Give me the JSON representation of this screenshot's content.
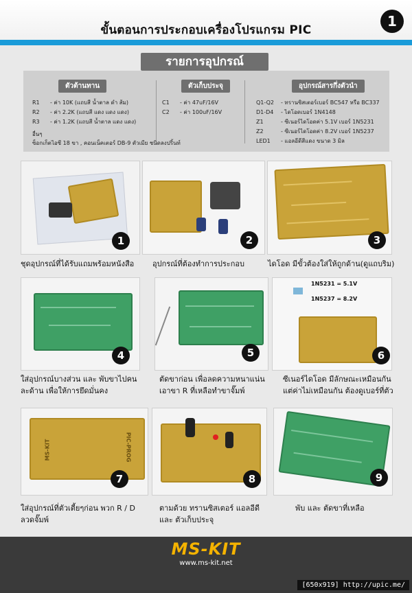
{
  "header": {
    "title": "ขั้นตอนการประกอบเครื่องโปรแกรม PIC",
    "page_number": "1"
  },
  "parts_list": {
    "title": "รายการอุปกรณ์",
    "resistors": {
      "heading": "ตัวต้านทาน",
      "items": [
        {
          "code": "R1",
          "desc": "- ค่า 10K (แถบสี น้ำตาล ดำ ส้ม)"
        },
        {
          "code": "R2",
          "desc": "- ค่า 2.2K (แถบสี แดง แดง แดง)"
        },
        {
          "code": "R3",
          "desc": "- ค่า 1.2K (แถบสี น้ำตาล แดง แดง)"
        }
      ]
    },
    "capacitors": {
      "heading": "ตัวเก็บประจุ",
      "items": [
        {
          "code": "C1",
          "desc": "- ค่า 47uF/16V"
        },
        {
          "code": "C2",
          "desc": "- ค่า 100uF/16V"
        }
      ]
    },
    "semiconductors": {
      "heading": "อุปกรณ์สารกึ่งตัวนำ",
      "items": [
        {
          "code": "Q1-Q2",
          "desc": "- ทรานซิสเตอร์เบอร์ BC547 หรือ BC337"
        },
        {
          "code": "D1-D4",
          "desc": "- ไดโอดเบอร์ 1N4148"
        },
        {
          "code": "Z1",
          "desc": "- ซีเนอร์ไดโอดค่า 5.1V เบอร์ 1N5231"
        },
        {
          "code": "Z2",
          "desc": "- ซีเนอร์ไดโอดค่า 8.2V เบอร์ 1N5237"
        },
        {
          "code": "LED1",
          "desc": "- แอลอีดีสีแดง ขนาด 3 มิล"
        }
      ]
    },
    "others_label": "อื่นๆ",
    "others_text": "ซ็อกเก็ตไอซี 18 ขา , คอนเน็คเตอร์   DB-9 ตัวเมีย ชนิดลงปริ้นท์"
  },
  "steps": [
    {
      "number": "1",
      "caption": [
        "ชุดอุปกรณ์ที่ได้รับแถมพร้อมหนังสือ"
      ]
    },
    {
      "number": "2",
      "caption": [
        "อุปกรณ์ที่ต้องทำการประกอบ"
      ]
    },
    {
      "number": "3",
      "caption": [
        "ไดโอด มีขั้วต้องใส่ให้ถูกด้าน(ดูแถบริม)"
      ]
    },
    {
      "number": "4",
      "caption": [
        "ใส่อุปกรณ์บางส่วน และ พับขาไปคน",
        "ละด้าน เพื่อให้การยึดมั่นคง"
      ]
    },
    {
      "number": "5",
      "caption": [
        "ตัดขาก่อน เพื่อลดความหนาแน่น",
        "เอาขา R ที่เหลือทำขาจั๊มพ์"
      ]
    },
    {
      "number": "6",
      "caption": [
        "ซีเนอร์ไดโอด มีลักษณะเหมือนกัน",
        "แต่ค่าไม่เหมือนกัน ต้องดูเบอร์ที่ตัว"
      ]
    },
    {
      "number": "7",
      "caption": [
        "ใส่อุปกรณ์ที่ตัวเตี้ยๆก่อน พวก R / D",
        "ลวดจั๊มพ์"
      ]
    },
    {
      "number": "8",
      "caption": [
        "ตามด้วย ทรานซิสเตอร์ แอลอีดี",
        "และ ตัวเก็บประจุ"
      ]
    },
    {
      "number": "9",
      "caption": [
        "พับ และ ตัดขาที่เหลือ"
      ]
    }
  ],
  "zener_labels": {
    "z1": "1N5231 = 5.1V",
    "z2": "1N5237 = 8.2V"
  },
  "pcb_marks": {
    "board": "MS-KIT",
    "model": "PIC-PROG"
  },
  "footer": {
    "logo": "MS-KIT",
    "website": "www.ms-kit.net"
  },
  "credit": "[650x919] http://upic.me/",
  "colors": {
    "accent": "#1a9bd9",
    "pcb": "#c9a339",
    "logo": "#f5b300"
  }
}
